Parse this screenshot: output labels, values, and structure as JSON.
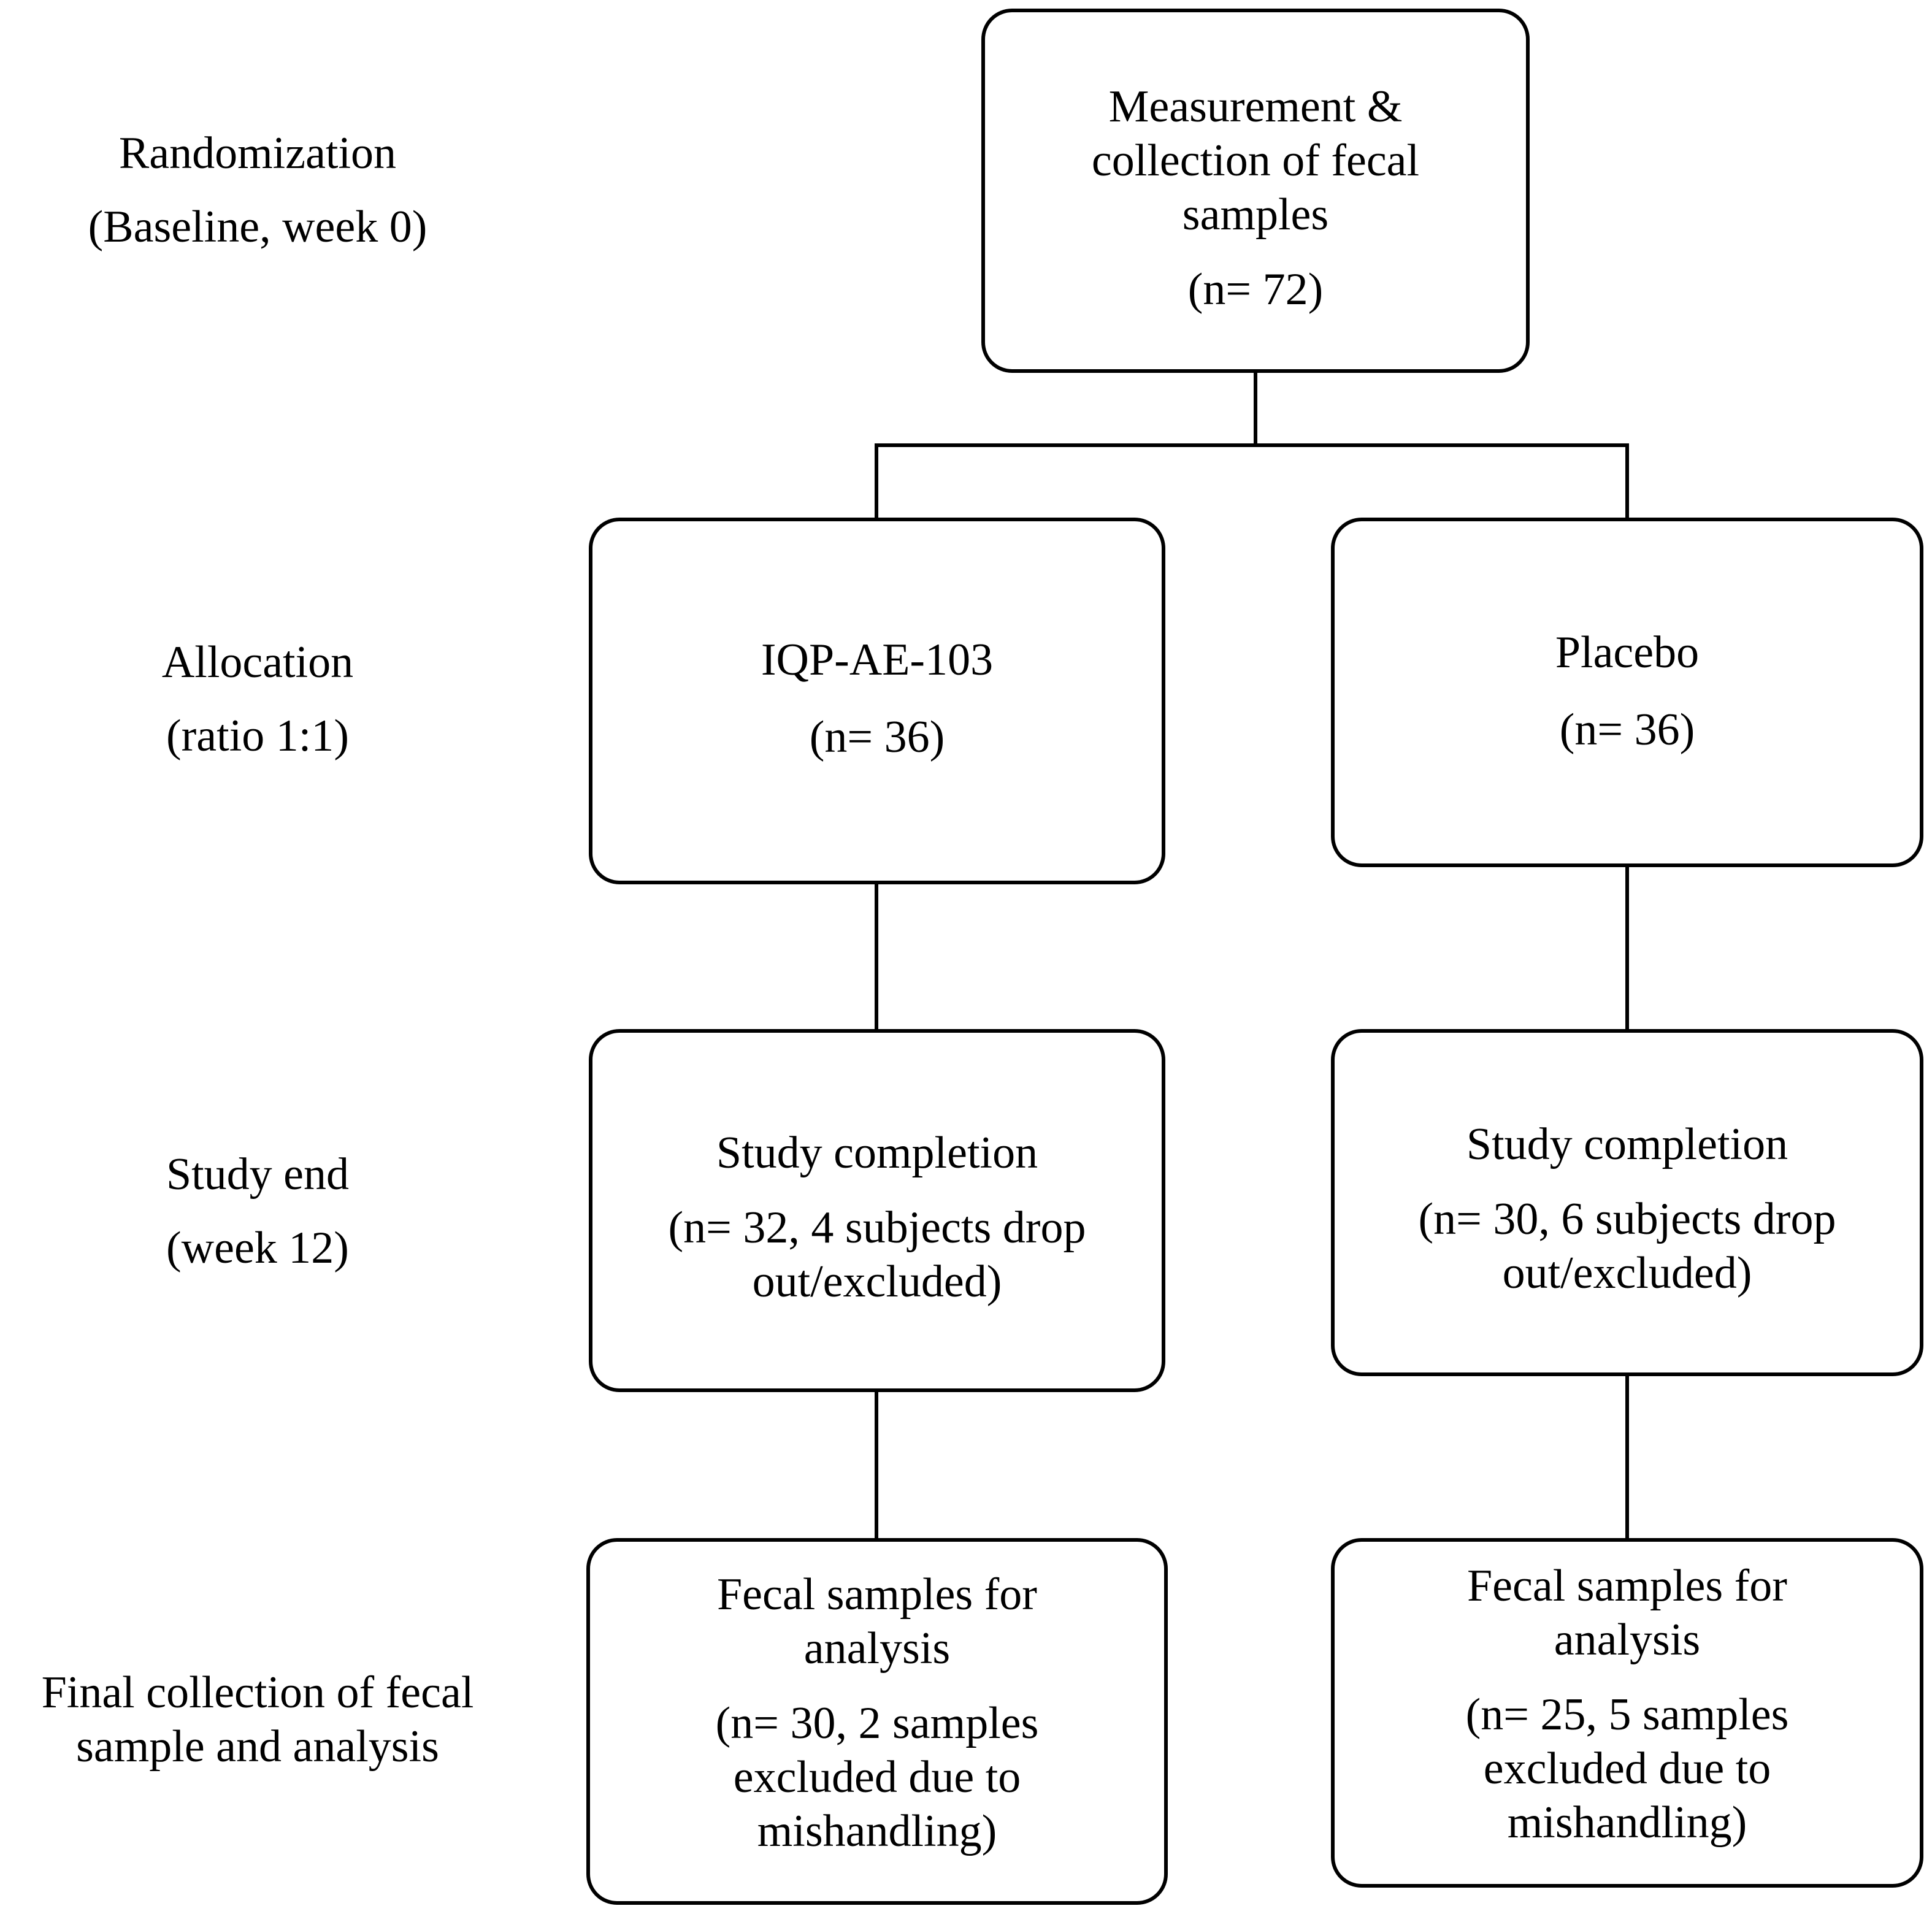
{
  "stages": {
    "randomization": {
      "line1": "Randomization",
      "line2": "(Baseline, week 0)"
    },
    "allocation": {
      "line1": "Allocation",
      "line2": "(ratio 1:1)"
    },
    "study_end": {
      "line1": "Study end",
      "line2": "(week 12)"
    },
    "final": {
      "line1": "Final collection of fecal",
      "line2": "sample and analysis"
    }
  },
  "boxes": {
    "baseline": {
      "line1": "Measurement &",
      "line2": "collection of fecal",
      "line3": "samples",
      "count": "(n= 72)"
    },
    "iqp_allocation": {
      "line1": "IQP-AE-103",
      "count": "(n= 36)"
    },
    "placebo_allocation": {
      "line1": "Placebo",
      "count": "(n= 36)"
    },
    "iqp_completion": {
      "line1": "Study completion",
      "line2": "(n= 32, 4 subjects drop",
      "line3": "out/excluded)"
    },
    "placebo_completion": {
      "line1": "Study completion",
      "line2": "(n= 30, 6 subjects drop",
      "line3": "out/excluded)"
    },
    "iqp_final": {
      "line1": "Fecal samples for",
      "line2": "analysis",
      "line3": "(n= 30, 2 samples",
      "line4": "excluded due to",
      "line5": "mishandling)"
    },
    "placebo_final": {
      "line1": "Fecal samples for",
      "line2": "analysis",
      "line3": "(n= 25, 5 samples",
      "line4": "excluded due to",
      "line5": "mishandling)"
    }
  }
}
